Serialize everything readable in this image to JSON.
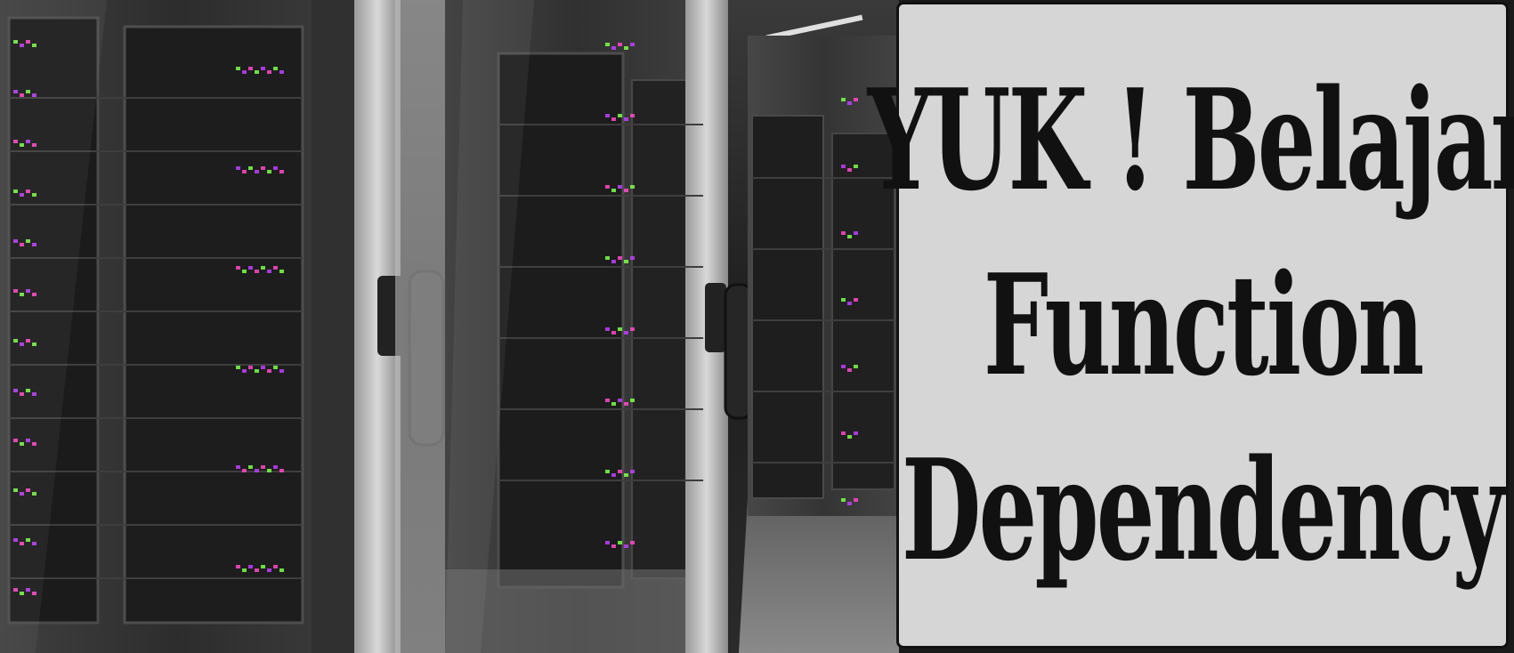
{
  "title": {
    "lines": [
      "YUK ! Belajar",
      "Function",
      "Dependency"
    ]
  },
  "photo": {
    "subject": "server-rack-photo",
    "led_colors": [
      "#7CFF4A",
      "#C040FF",
      "#FF4AC8"
    ]
  }
}
